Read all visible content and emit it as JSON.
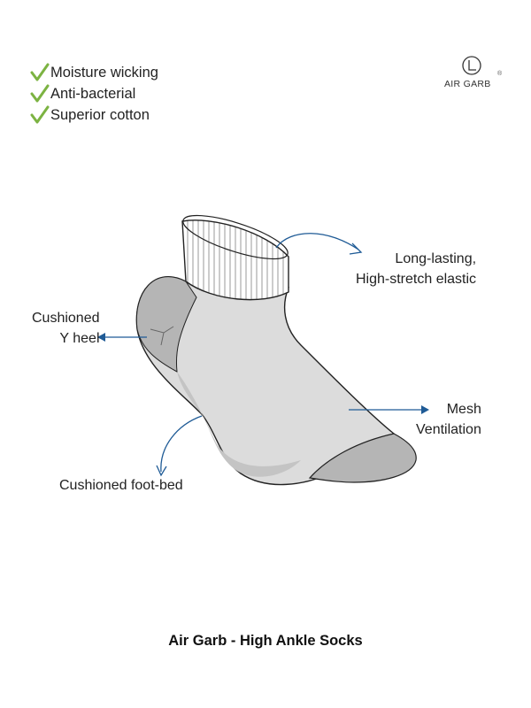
{
  "features": [
    {
      "label": "Moisture wicking",
      "icon": "check-icon"
    },
    {
      "label": "Anti-bacterial",
      "icon": "check-icon"
    },
    {
      "label": "Superior cotton",
      "icon": "check-icon"
    }
  ],
  "brand": {
    "name": "AIR GARB",
    "registered": "®"
  },
  "callouts": {
    "elastic": {
      "line1": "Long-lasting,",
      "line2": "High-stretch elastic"
    },
    "heel": {
      "line1": "Cushioned",
      "line2": "Y heel"
    },
    "mesh": {
      "line1": "Mesh",
      "line2": "Ventilation"
    },
    "footbed": {
      "line1": "Cushioned foot-bed"
    }
  },
  "product_title": "Air Garb - High Ankle Socks",
  "colors": {
    "check": "#7cb342",
    "arrow": "#1f5b96",
    "sock_body": "#dcdcdc",
    "sock_dark": "#b5b5b5",
    "outline": "#222222"
  }
}
